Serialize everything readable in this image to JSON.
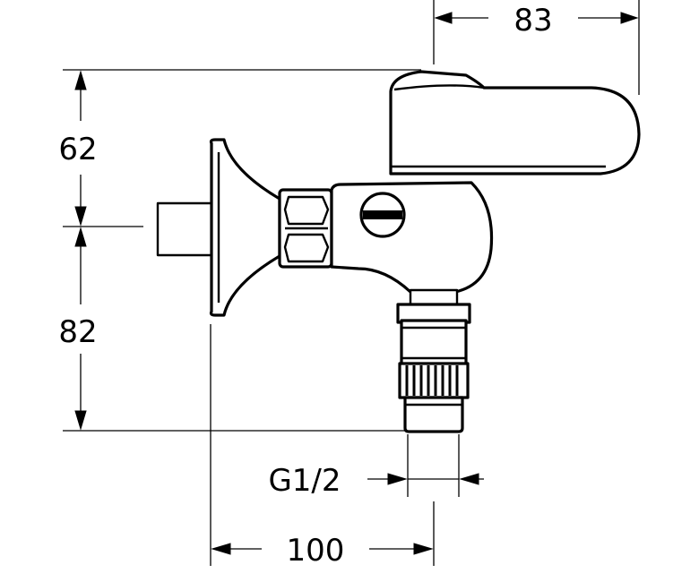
{
  "dimensions": {
    "top_width": "83",
    "upper_height": "62",
    "lower_height": "82",
    "thread": "G1/2",
    "bottom_width": "100"
  }
}
